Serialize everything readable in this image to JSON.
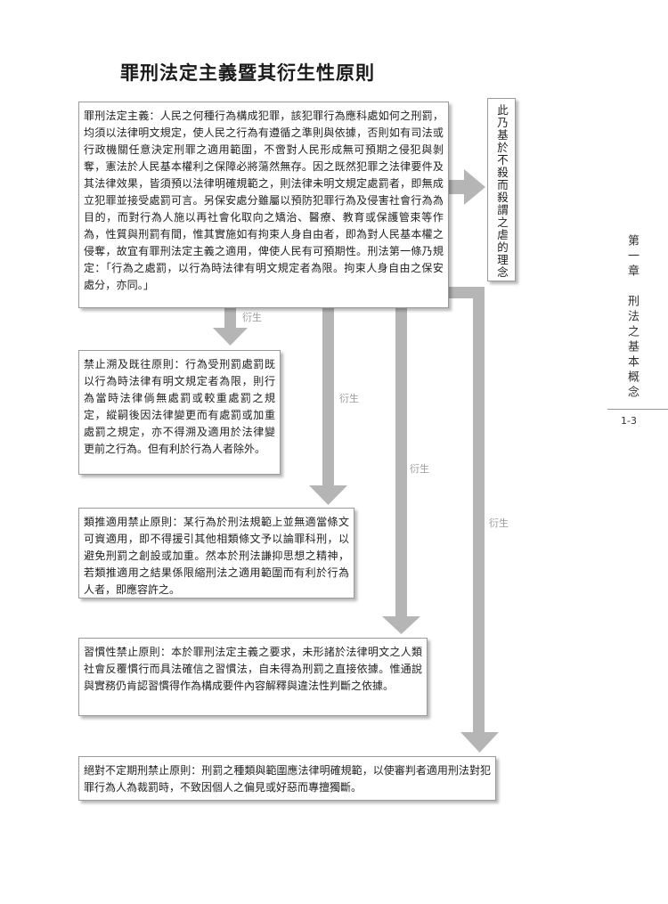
{
  "title": "罪刑法定主義暨其衍生性原則",
  "main_box": "罪刑法定主義：人民之何種行為構成犯罪，該犯罪行為應科處如何之刑罰，均須以法律明文規定，使人民之行為有遵循之準則與依據，否則如有司法或行政機關任意決定刑罪之適用範圍，不啻對人民形成無可預期之侵犯與剝奪，憲法於人民基本權利之保障必將蕩然無存。因之既然犯罪之法律要件及其法律效果，皆須預以法律明確規範之，則法律未明文規定處罰者，即無成立犯罪並接受處罰可言。另保安處分雖屬以預防犯罪行為及侵害社會行為為目的，而對行為人施以再社會化取向之矯治、醫療、教育或保護管束等作為，性質與刑罰有間，惟其實施如有拘束人身自由者，即為對人民基本權之侵奪，故宜有罪刑法定主義之適用，俾使人民有可預期性。刑法第一條乃規定：「行為之處罰，以行為時法律有明文規定者為限。拘束人身自由之保安處分，亦同。」",
  "side_box": "此乃基於不殺而殺謂之虐的理念",
  "derive_label": "衍生",
  "principles": [
    "禁止溯及既往原則：行為受刑罰處罰既以行為時法律有明文規定者為限，則行為當時法律倘無處罰或較重處罰之規定，縱嗣後因法律變更而有處罰或加重處罰之規定，亦不得溯及適用於法律變更前之行為。但有利於行為人者除外。",
    "類推適用禁止原則：某行為於刑法規範上並無適當條文可資適用，即不得援引其他相類條文予以論罪科刑，以避免刑罰之創設或加重。然本於刑法謙抑思想之精神，若類推適用之結果係限縮刑法之適用範圍而有利於行為人者，即應容許之。",
    "習慣性禁止原則：本於罪刑法定主義之要求，未形諸於法律明文之人類社會反覆慣行而具法確信之習慣法，自未得為刑罰之直接依據。惟通說與實務仍肯認習慣得作為構成要件內容解釋與違法性判斷之依據。",
    "絕對不定期刑禁止原則：刑罰之種類與範圍應法律明確規範，以使審判者適用刑法對犯罪行為人為裁罰時，不致因個人之偏見或好惡而專擅獨斷。"
  ],
  "sidebar": {
    "chapter": "第一章　刑法之基本概念",
    "page_number": "1-3"
  },
  "colors": {
    "arrow": "#b5b5b5",
    "border": "#9a9a9a",
    "label": "#9a9a9a"
  }
}
